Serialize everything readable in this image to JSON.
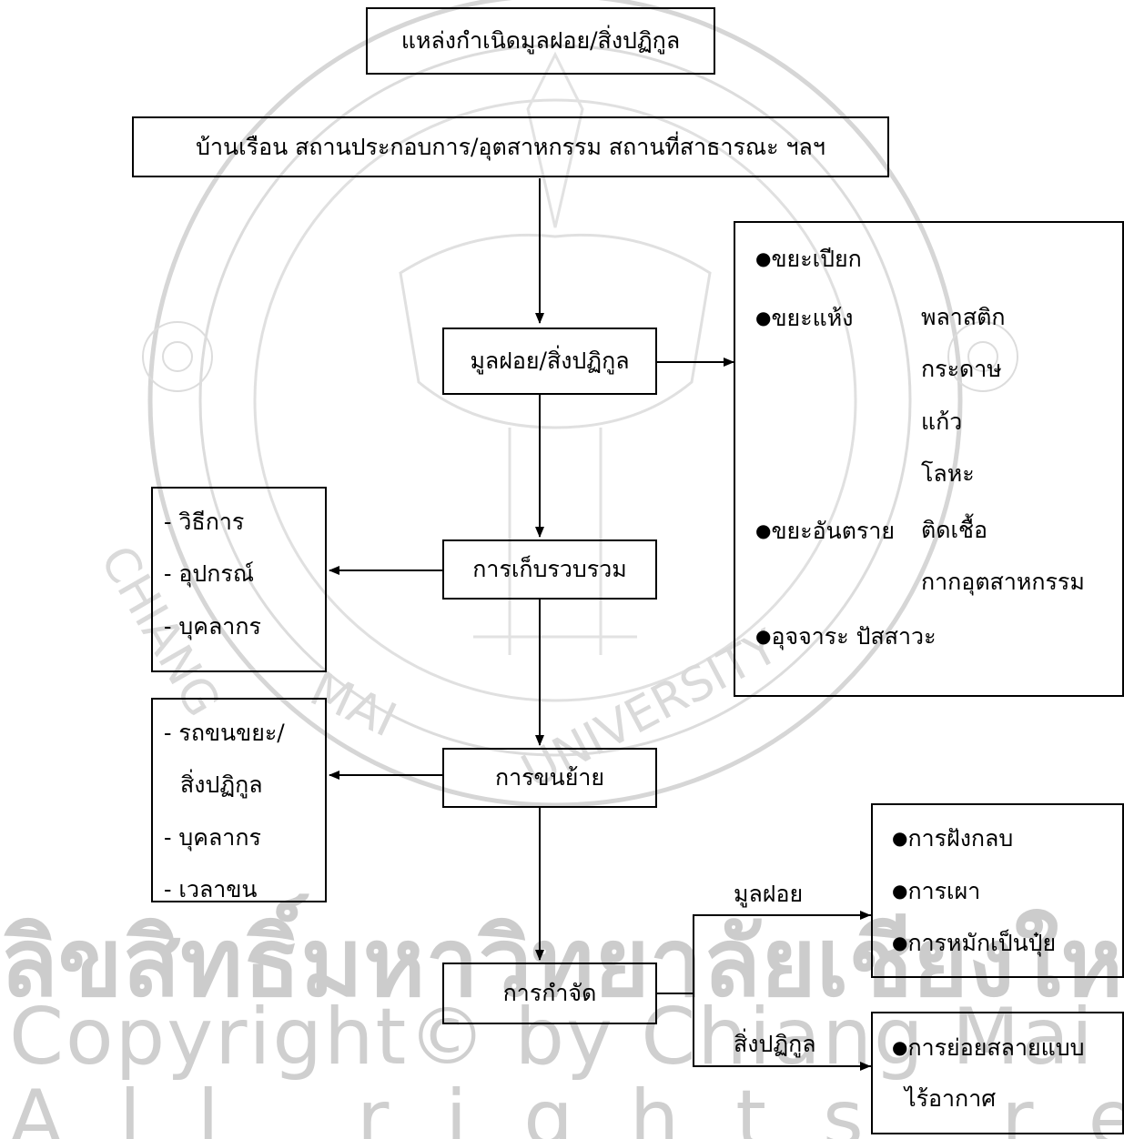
{
  "watermark": {
    "thai_line": "ลิขสิทธิ์มหาวิทยาลัยเชียงใหม่",
    "copyright_line": "Copyright© by Chiang Mai University",
    "rights_line": "All rights reserved",
    "seal_text": [
      "CHIANG",
      "MAI",
      "UNIVERSITY"
    ]
  },
  "nodes": {
    "source_title": "แหล่งกำเนิดมูลฝอย/สิ่งปฏิกูล",
    "source_places": "บ้านเรือน สถานประกอบการ/อุตสาหกรรม สถานที่สาธารณะ ฯลฯ",
    "waste": "มูลฝอย/สิ่งปฏิกูล",
    "collection": "การเก็บรวบรวม",
    "transport": "การขนย้าย",
    "disposal": "การกำจัด"
  },
  "waste_types": {
    "bullet": "●",
    "wet": "ขยะเปียก",
    "dry": "ขยะแห้ง",
    "dry_items": [
      "พลาสติก",
      "กระดาษ",
      "แก้ว",
      "โลหะ"
    ],
    "hazardous": "ขยะอันตราย",
    "hazardous_items": [
      "ติดเชื้อ",
      "กากอุตสาหกรรม"
    ],
    "excreta": "อุจจาระ ปัสสาวะ"
  },
  "collection_details": [
    "- วิธีการ",
    "- อุปกรณ์",
    "- บุคลากร"
  ],
  "transport_details": [
    "- รถขนขยะ/",
    "สิ่งปฏิกูล",
    "- บุคลากร",
    "- เวลาขน"
  ],
  "disposal_branches": {
    "solid_label": "มูลฝอย",
    "solid_methods": [
      "การฝังกลบ",
      "การเผา",
      "การหมักเป็นปุ๋ย"
    ],
    "sewage_label": "สิ่งปฏิกูล",
    "sewage_methods": [
      "การย่อยสลายแบบ",
      "ไร้อากาศ"
    ]
  }
}
